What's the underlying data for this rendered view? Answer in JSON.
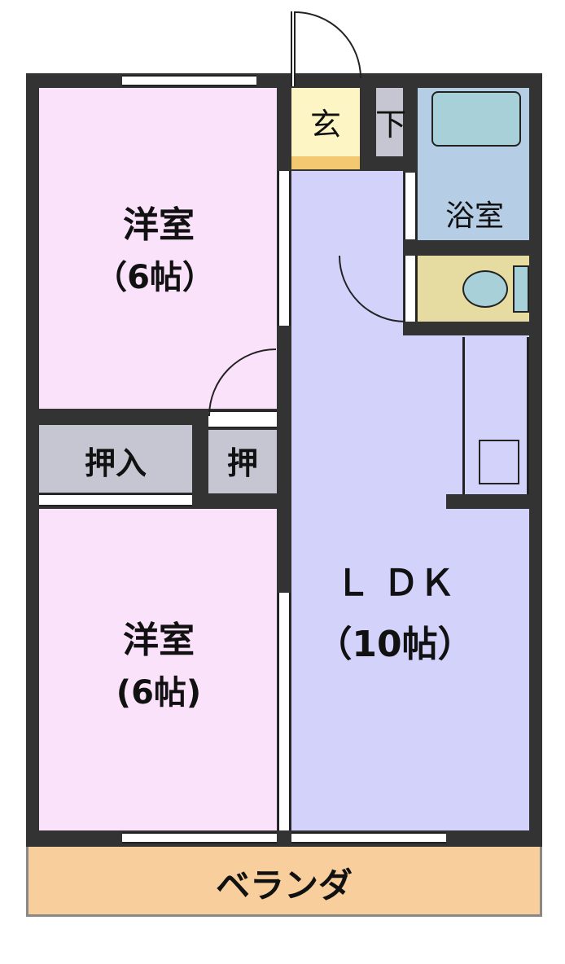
{
  "rooms": {
    "western_room_1": {
      "name": "洋室",
      "size": "（6帖）"
    },
    "western_room_2": {
      "name": "洋室",
      "size": "(6帖)"
    },
    "closet_1": {
      "name": "押入"
    },
    "closet_2": {
      "name": "押"
    },
    "ldk": {
      "name": "Ｌ ＤＫ",
      "size": "（10帖）"
    },
    "entrance": {
      "name": "玄"
    },
    "shoe_box": {
      "name": "下"
    },
    "bathroom": {
      "name": "浴室"
    },
    "veranda": {
      "name": "ベランダ"
    }
  },
  "colors": {
    "western_room": "#fbe2fb",
    "ldk": "#d2d2fb",
    "closet": "#c6c6d2",
    "entrance": "#fdf6c4",
    "bath": "#a8d0d8",
    "toilet": "#e6dca2",
    "veranda": "#f8cf9c",
    "wall": "#333333"
  }
}
